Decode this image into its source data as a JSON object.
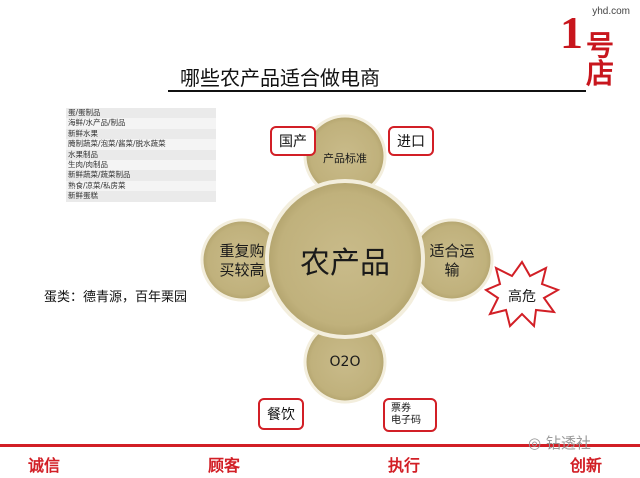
{
  "header": {
    "logo_url": "yhd.com",
    "logo_number": "1",
    "logo_text": "号店",
    "title": "哪些农产品适合做电商"
  },
  "categories": [
    "蛋/蛋制品",
    "海鲜/水产品/制品",
    "新鲜水果",
    "腌制蔬菜/泡菜/酱菜/脱水蔬菜",
    "水果制品",
    "生肉/肉制品",
    "新鲜蔬菜/蔬菜制品",
    "熟食/凉菜/私房菜",
    "新鲜蛋糕"
  ],
  "egg_note": "蛋类：德青源，百年栗园",
  "diagram": {
    "center": "农产品",
    "top": "产品标准",
    "left_line1": "重复购",
    "left_line2": "买较高",
    "right_line1": "适合运",
    "right_line2": "输",
    "bottom": "O2O",
    "colors": {
      "circle_fill": "#c4b684",
      "circle_edge": "#f3eedd",
      "accent": "#d21f26"
    }
  },
  "callouts": {
    "guochan": "国产",
    "jinkou": "进口",
    "gaowei": "高危",
    "canyin": "餐饮",
    "piaoquan_line1": "票券",
    "piaoquan_line2": "电子码"
  },
  "footer": {
    "words": [
      "诚信",
      "顾客",
      "执行",
      "创新"
    ],
    "wechat": "钻透社"
  }
}
